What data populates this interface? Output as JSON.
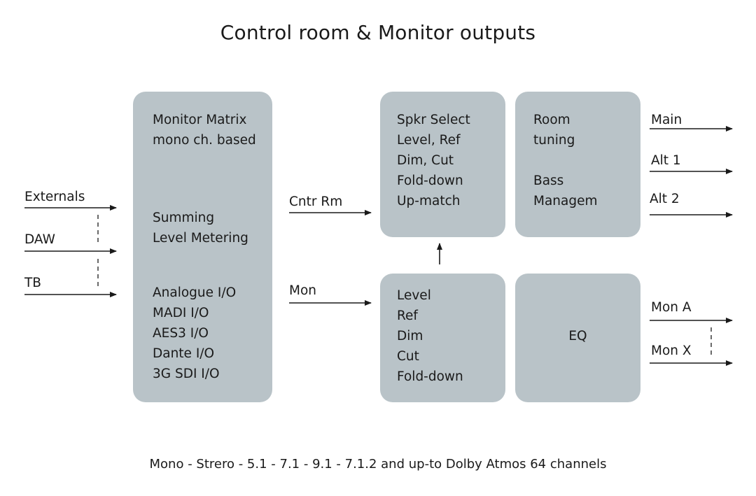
{
  "title": "Control room & Monitor outputs",
  "footer": "Mono - Strero - 5.1 - 7.1 - 9.1 - 7.1.2 and up-to Dolby Atmos 64 channels",
  "inputs": [
    "Externals",
    "DAW",
    "TB"
  ],
  "matrix": {
    "group1": [
      "Monitor Matrix",
      "mono ch. based"
    ],
    "group2": [
      "Summing",
      "Level Metering"
    ],
    "group3": [
      "Analogue I/O",
      "MADI I/O",
      "AES3 I/O",
      "Dante I/O",
      "3G SDI I/O"
    ]
  },
  "signals": {
    "cntr_rm": "Cntr Rm",
    "mon": "Mon"
  },
  "speaker_select": [
    "Spkr Select",
    "Level, Ref",
    "Dim, Cut",
    "Fold-down",
    "Up-match"
  ],
  "room_tuning": {
    "group1": [
      "Room",
      "tuning"
    ],
    "group2": [
      "Bass",
      "Managem"
    ]
  },
  "monitor_controls": [
    "Level",
    "Ref",
    "Dim",
    "Cut",
    "Fold-down"
  ],
  "eq": "EQ",
  "outputs_control_room": [
    "Main",
    "Alt 1",
    "Alt 2"
  ],
  "outputs_monitor": [
    "Mon A",
    "Mon X"
  ],
  "colors": {
    "block_fill": "#b9c3c8",
    "line": "#1a1a1a"
  }
}
